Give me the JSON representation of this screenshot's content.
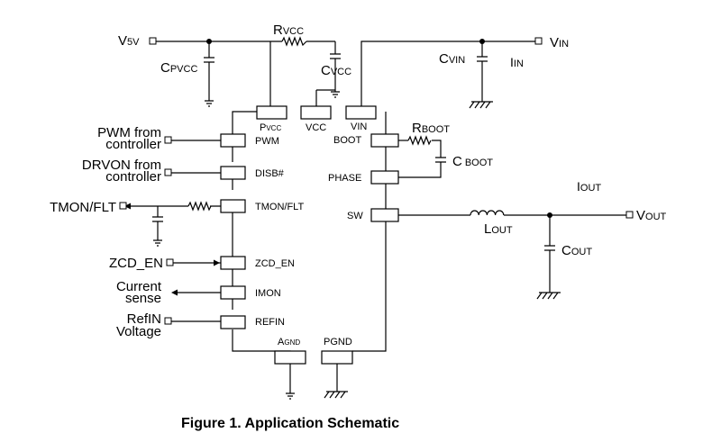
{
  "caption": "Figure 1. Application Schematic",
  "nets": {
    "v5v_main": "V",
    "v5v_sub": "5V",
    "vin_main": "V",
    "vin_sub": "IN",
    "iin_main": "I",
    "iin_sub": "IN",
    "iout_main": "I",
    "iout_sub": "OUT",
    "vout_main": "V",
    "vout_sub": "OUT"
  },
  "components": {
    "rvcc_main": "R",
    "rvcc_sub": "VCC",
    "cpvcc_main": "C",
    "cpvcc_sub": "PVCC",
    "cvcc_main": "C",
    "cvcc_sub": "VCC",
    "cvin_main": "C",
    "cvin_sub": "VIN",
    "rboot_main": "R",
    "rboot_sub": "BOOT",
    "cboot_main": "C",
    "cboot_sub": "BOOT",
    "lout_main": "L",
    "lout_sub": "OUT",
    "cout_main": "C",
    "cout_sub": "OUT"
  },
  "pins": {
    "pvcc_main": "P",
    "pvcc_sub": "VCC",
    "vcc": "VCC",
    "vin": "VIN",
    "boot": "BOOT",
    "pwm": "PWM",
    "phase": "PHASE",
    "disb": "DISB#",
    "sw": "SW",
    "tmon": "TMON/FLT",
    "zcd": "ZCD_EN",
    "imon": "IMON",
    "refin": "REFIN",
    "agnd_main": "A",
    "agnd_sub": "GND",
    "pgnd": "PGND"
  },
  "io": {
    "pwm_line1": "PWM from",
    "pwm_line2": "controller",
    "drvon_line1": "DRVON from",
    "drvon_line2": "controller",
    "tmon_flt": "TMON/FLT",
    "zcd_en": "ZCD_EN",
    "current_line1": "Current",
    "current_line2": "sense",
    "refin_line1": "RefIN",
    "refin_line2": "Voltage"
  }
}
